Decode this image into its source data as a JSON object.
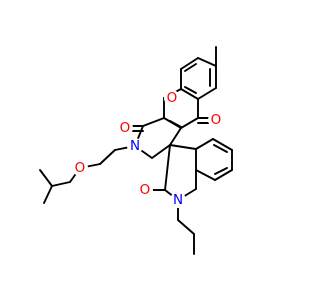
{
  "colors": {
    "bond": "#000000",
    "oxygen": "#ff0000",
    "nitrogen": "#0000ff",
    "background": "#ffffff"
  },
  "atoms": {
    "o_ring": "O",
    "o_ketone": "O",
    "o_lactam": "O",
    "n_lactam": "N",
    "o_indolinone": "O",
    "n_indolinone": "N",
    "o_ether": "O"
  }
}
